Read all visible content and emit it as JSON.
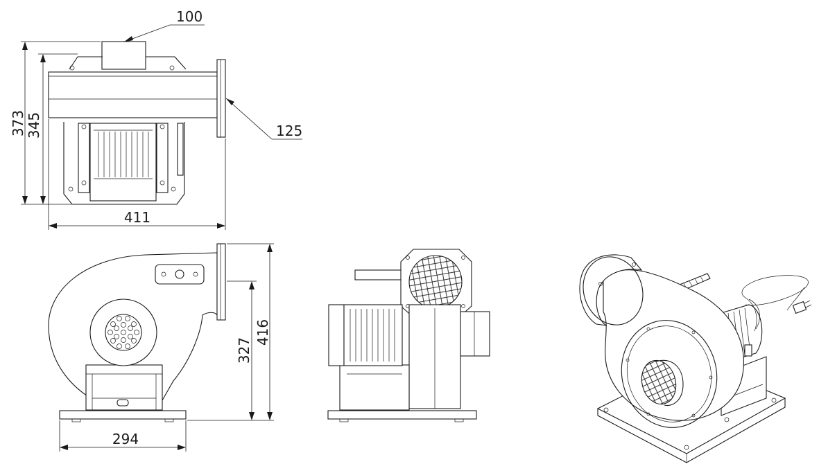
{
  "dimensions": {
    "outlet_diameter": "100",
    "flange_diameter": "125",
    "total_height": "373",
    "body_height": "345",
    "total_width": "411",
    "base_width": "294",
    "outlet_center_height": "327",
    "side_total_height": "416"
  }
}
